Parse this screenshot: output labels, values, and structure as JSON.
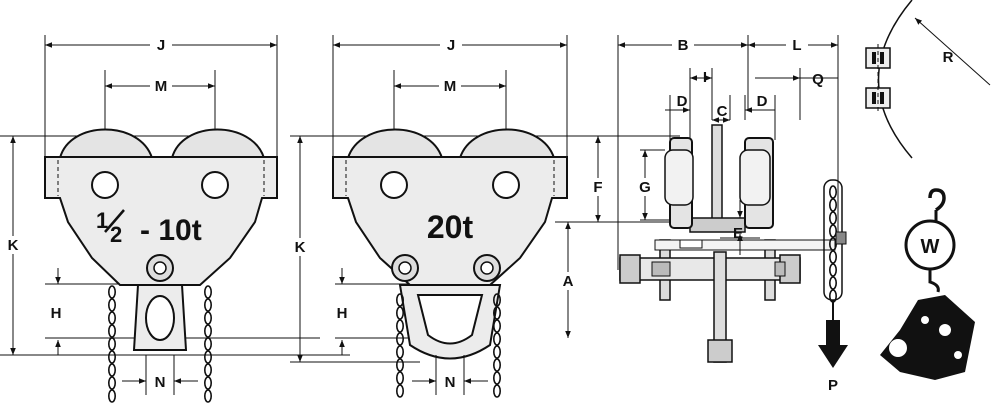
{
  "diagram": {
    "capacity_small": {
      "prefix": "1",
      "fraction_den": "2",
      "suffix": "- 10t"
    },
    "capacity_large": "20t",
    "labels": {
      "J": "J",
      "M": "M",
      "K": "K",
      "H": "H",
      "N": "N",
      "B": "B",
      "L": "L",
      "I": "I",
      "Q": "Q",
      "C": "C",
      "D": "D",
      "F": "F",
      "G": "G",
      "E": "E",
      "A": "A",
      "R": "R",
      "W": "W",
      "P": "P"
    }
  }
}
